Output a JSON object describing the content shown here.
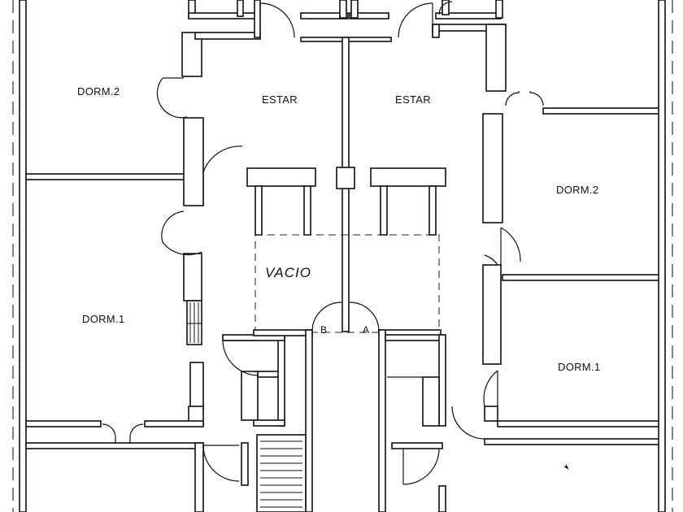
{
  "rooms": {
    "dorm2_left": "DORM.2",
    "estar_left": "ESTAR",
    "estar_right": "ESTAR",
    "dorm2_right": "DORM.2",
    "dorm1_left": "DORM.1",
    "dorm1_right": "DORM.1",
    "vacio": "VACIO"
  },
  "stairs": {
    "a": "A",
    "b": "B"
  }
}
